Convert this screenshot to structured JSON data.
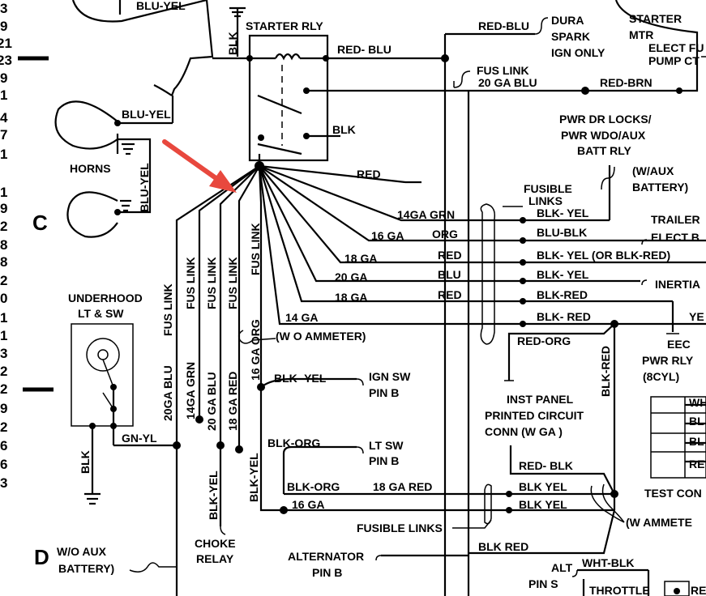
{
  "left_edge_numbers": [
    "3",
    "9",
    "21",
    "23",
    "9",
    "1",
    "4",
    "7",
    "1",
    "1",
    "9",
    "2",
    "8",
    "8",
    "2",
    "0",
    "1",
    "1",
    "3",
    "2",
    "2",
    "9",
    "2",
    "6",
    "6",
    "3"
  ],
  "section_letters": {
    "c": "C",
    "d": "D"
  },
  "labels": {
    "blu_yel_top": "BLU-YEL",
    "blk_top": "BLK",
    "starter_rly": "STARTER RLY",
    "red_blu_1": "RED- BLU",
    "red_blu_2": "RED-BLU",
    "dura_spark": "DURA",
    "spark": "SPARK",
    "ign_only": "IGN ONLY",
    "starter_mtr_1": "STARTER",
    "starter_mtr_2": "MTR",
    "elect_fuel_1": "ELECT FU",
    "elect_fuel_2": "PUMP CT",
    "fus_link": "FUS LINK",
    "ga20_blu": "20 GA  BLU",
    "red_brn": "RED-BRN",
    "blk_relay": "BLK",
    "red_relay": "RED",
    "pwr_dr_1": "PWR DR LOCKS/",
    "pwr_dr_2": "PWR WDO/AUX",
    "pwr_dr_3": "BATT RLY",
    "w_aux_1": "(W/AUX",
    "w_aux_2": "BATTERY)",
    "blu_yel_horn": "BLU-YEL",
    "horns": "HORNS",
    "blu_yel_vert": "BLU-YEL",
    "fusible_links_1": "FUSIBLE",
    "fusible_links_2": "LINKS",
    "ga14_grn": "14GA GRN",
    "blk_yel_1": "BLK- YEL",
    "trailer_1": "TRAILER",
    "trailer_2": "ELECT B",
    "ga16_org": "16 GA",
    "org_1": "ORG",
    "blu_blk": "BLU-BLK",
    "ga18_red_a": "18 GA",
    "red_a": "RED",
    "blk_yel_or": "BLK- YEL (OR BLK-RED)",
    "ga20_blu_b": "20 GA",
    "blu_b": "BLU",
    "blk_yel_2": "BLK- YEL",
    "inertia": "INERTIA",
    "ga18_red_b": "18 GA",
    "red_b": "RED",
    "blk_red_1": "BLK-RED",
    "ga14": "14 GA",
    "blk_red_2": "BLK- RED",
    "yel": "YE",
    "w_o_ammeter": "(W O  AMMETER)",
    "underhood_1": "UNDERHOOD",
    "underhood_2": "LT & SW",
    "fus_link_v1": "FUS LINK",
    "fus_link_v2": "FUS LINK",
    "fus_link_v3": "FUS LINK",
    "fus_link_v4": "FUS LINK",
    "fus_link_v5": "FUS LINK",
    "ga20_blu_v": "20GA BLU",
    "ga14_grn_v": "14GA GRN",
    "ga20_blu_v2": "20 GA  BLU",
    "ga18_red_v": "18 GA  RED",
    "ga16_org_v": "16 GA ORG",
    "red_org": "RED-ORG",
    "eec_1": "EEC",
    "eec_2": "PWR RLY",
    "eec_3": "(8CYL)",
    "blk_red_v": "BLK-RED",
    "blk_yel_ign": "BLK- YEL",
    "ign_sw_1": "IGN SW",
    "ign_sw_2": "PIN  B",
    "inst_panel_1": "INST PANEL",
    "inst_panel_2": "PRINTED CIRCUIT",
    "inst_panel_3": "CONN (W GA )",
    "gn_yl": "GN-YL",
    "blk_org_1": "BLK-ORG",
    "lt_sw_1": "LT SW",
    "lt_sw_2": "PIN  B",
    "red_blk": "RED- BLK",
    "blk_vert": "BLK",
    "blk_yel_v1": "BLK-YEL",
    "blk_yel_v2": "BLK-YEL",
    "blk_org_2": "BLK-ORG",
    "ga18_red_c": "18 GA   RED",
    "blk_yel_3": "BLK YEL",
    "ga16_c": "16 GA",
    "blk_yel_4": "BLK YEL",
    "test_con": "TEST CON",
    "fusible_links_3": "FUSIBLE LINKS",
    "w_ammeter": "(W  AMMETE",
    "choke_1": "CHOKE",
    "choke_2": "RELAY",
    "w_o_aux_1": "W/O AUX",
    "w_o_aux_2": "BATTERY)",
    "alternator_1": "ALTERNATOR",
    "alternator_2": "PIN B",
    "blk_red_3": "BLK RED",
    "alt_1": "ALT",
    "alt_2": "PIN S",
    "wht_blk": "WHT-BLK",
    "throttle": "THROTTLE",
    "eec_box_1": "WH",
    "eec_box_2": "BL",
    "eec_box_3": "BL",
    "eec_box_4": "RE",
    "re_corner": "RE"
  },
  "colors": {
    "line": "#000000",
    "arrow": "#e8483e"
  }
}
